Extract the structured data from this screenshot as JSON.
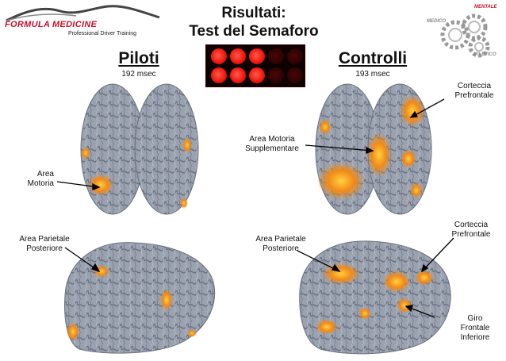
{
  "logo_left": {
    "brand": "FORMULA MEDICINE",
    "tagline": "Professional Driver Training"
  },
  "logo_right": {
    "word_1": "MEDICO",
    "word_2": "MENTALE",
    "word_3": "ATLETICO"
  },
  "title": {
    "line1": "Risultati:",
    "line2": "Test del Semaforo"
  },
  "semaforo": {
    "lamps_lit": 3,
    "lamps_total": 5,
    "rows": 2
  },
  "groups": {
    "piloti": {
      "name": "Piloti",
      "time": "192 msec"
    },
    "controlli": {
      "name": "Controlli",
      "time": "193 msec"
    }
  },
  "labels": {
    "piloti_top": [
      "Area",
      "Motoria"
    ],
    "piloti_side": [
      "Area Parietale",
      "Posteriore"
    ],
    "controlli_top_1": [
      "Corteccia",
      "Prefrontale"
    ],
    "controlli_top_2": [
      "Area Motoria",
      "Supplementare"
    ],
    "controlli_side_1": [
      "Area Parietale",
      "Posteriore"
    ],
    "controlli_side_2": [
      "Corteccia",
      "Prefrontale"
    ],
    "controlli_side_3": [
      "Giro",
      "Frontale",
      "Inferiore"
    ]
  },
  "colors": {
    "brain": "#9aa2b0",
    "activation": "#f09020",
    "lamp_on": "#f01a10",
    "lamp_off": "#2a0202",
    "brand_red": "#c8102e"
  }
}
